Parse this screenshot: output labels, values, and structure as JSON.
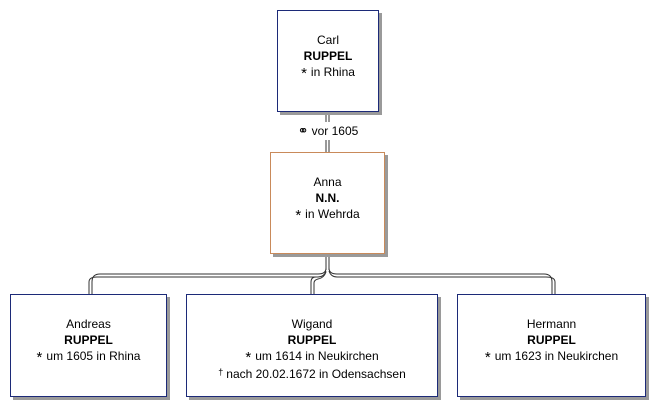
{
  "tree": {
    "father": {
      "given": "Carl",
      "surname": "RUPPEL",
      "events": [
        {
          "symbol": "birth-symbol",
          "glyph": "*",
          "text": "in Rhina"
        }
      ]
    },
    "marriage": {
      "symbol": "marriage-symbol",
      "glyph": "⚭",
      "text": "vor 1605"
    },
    "mother": {
      "given": "Anna",
      "surname": "N.N.",
      "events": [
        {
          "symbol": "birth-symbol",
          "glyph": "*",
          "text": "in Wehrda"
        }
      ]
    },
    "children": [
      {
        "given": "Andreas",
        "surname": "RUPPEL",
        "events": [
          {
            "symbol": "birth-symbol",
            "glyph": "*",
            "text": "um 1605 in Rhina"
          }
        ]
      },
      {
        "given": "Wigand",
        "surname": "RUPPEL",
        "events": [
          {
            "symbol": "birth-symbol",
            "glyph": "*",
            "text": "um 1614 in Neukirchen"
          },
          {
            "symbol": "death-symbol",
            "glyph": "†",
            "text": "nach 20.02.1672 in Odensachsen"
          }
        ]
      },
      {
        "given": "Hermann",
        "surname": "RUPPEL",
        "events": [
          {
            "symbol": "birth-symbol",
            "glyph": "*",
            "text": "um 1623 in Neukirchen"
          }
        ]
      }
    ]
  },
  "colors": {
    "male_border": "#1c2a78",
    "female_border": "#c98a5a",
    "shadow": "#9a9a9a",
    "connector": "#333333"
  }
}
